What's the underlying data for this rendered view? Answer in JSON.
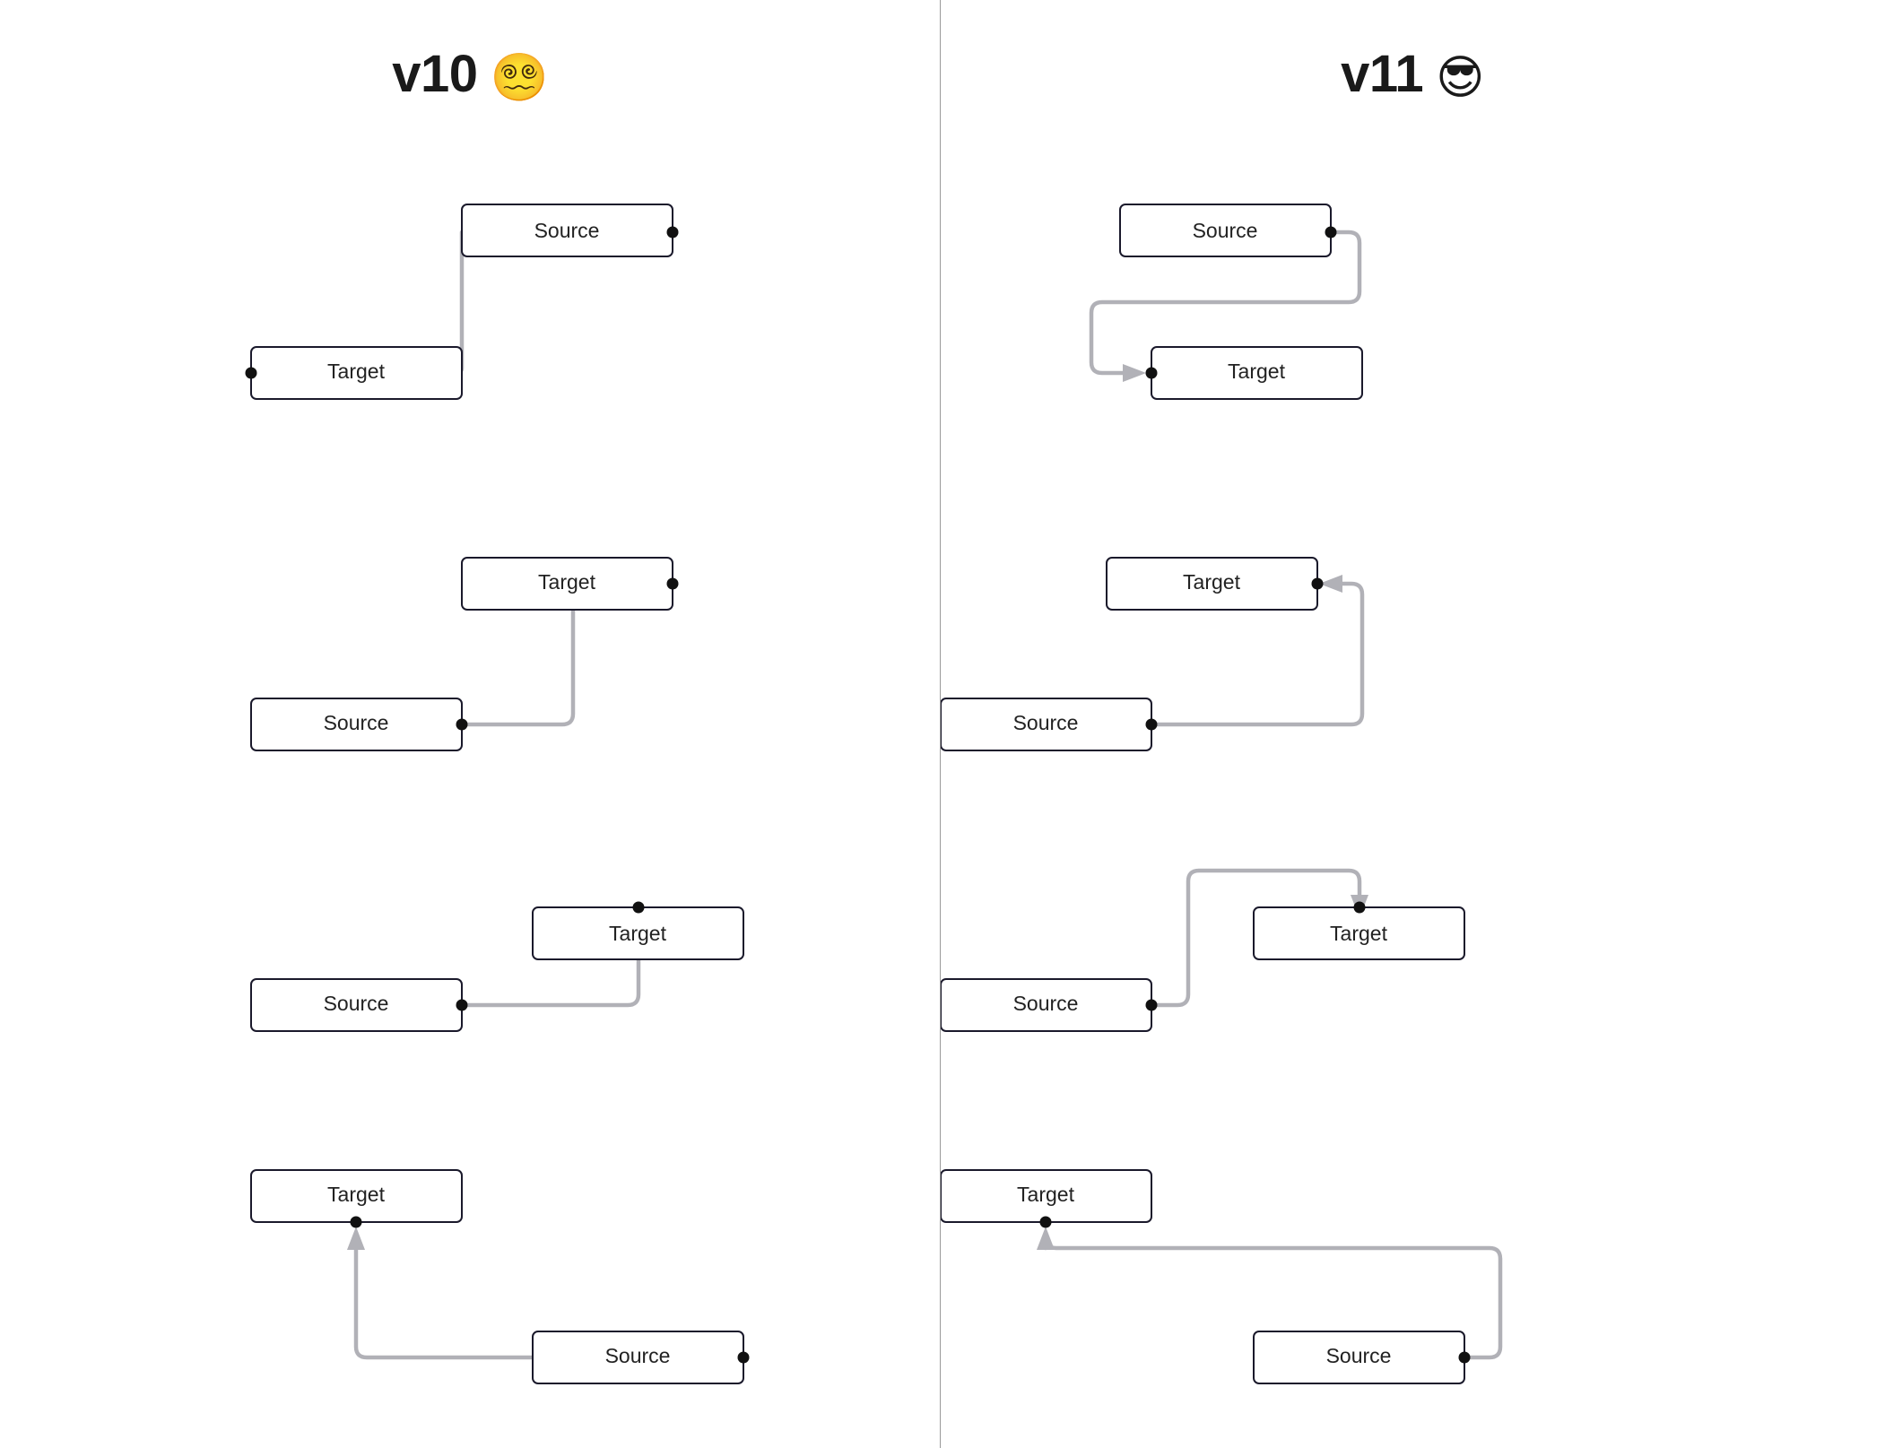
{
  "panels": [
    {
      "id": "v10",
      "title": "v10",
      "emoji": "😵‍💫",
      "emoji_name": "face-with-spiral-eyes",
      "cases": [
        {
          "case_id": "v10-case-1",
          "source_label": "Source",
          "target_label": "Target",
          "source_handle": "right",
          "target_handle": "left",
          "routing": "overlapping",
          "has_arrowhead": false
        },
        {
          "case_id": "v10-case-2",
          "source_label": "Source",
          "target_label": "Target",
          "source_handle": "right",
          "target_handle": "right",
          "routing": "overlapping",
          "has_arrowhead": false
        },
        {
          "case_id": "v10-case-3",
          "source_label": "Source",
          "target_label": "Target",
          "source_handle": "right",
          "target_handle": "top",
          "routing": "overlapping",
          "has_arrowhead": false
        },
        {
          "case_id": "v10-case-4",
          "source_label": "Source",
          "target_label": "Target",
          "source_handle": "right",
          "target_handle": "bottom",
          "routing": "overlapping",
          "has_arrowhead": true
        }
      ]
    },
    {
      "id": "v11",
      "title": "v11",
      "emoji": "😎",
      "emoji_name": "smiling-face-with-sunglasses",
      "cases": [
        {
          "case_id": "v11-case-1",
          "source_label": "Source",
          "target_label": "Target",
          "source_handle": "right",
          "target_handle": "left",
          "routing": "clean-orthogonal",
          "has_arrowhead": true
        },
        {
          "case_id": "v11-case-2",
          "source_label": "Source",
          "target_label": "Target",
          "source_handle": "right",
          "target_handle": "right",
          "routing": "clean-orthogonal",
          "has_arrowhead": true
        },
        {
          "case_id": "v11-case-3",
          "source_label": "Source",
          "target_label": "Target",
          "source_handle": "right",
          "target_handle": "top",
          "routing": "clean-orthogonal",
          "has_arrowhead": true
        },
        {
          "case_id": "v11-case-4",
          "source_label": "Source",
          "target_label": "Target",
          "source_handle": "right",
          "target_handle": "bottom",
          "routing": "clean-orthogonal",
          "has_arrowhead": true
        }
      ]
    }
  ],
  "colors": {
    "background": "#ffffff",
    "node_border": "#1a192b",
    "node_fill": "#ffffff",
    "edge_stroke": "#b1b1b7",
    "edge_under_stroke": "#dedee2",
    "handle_dot": "#111111",
    "divider": "#9a9a9a",
    "title_text": "#000000",
    "label_text": "#222222"
  }
}
